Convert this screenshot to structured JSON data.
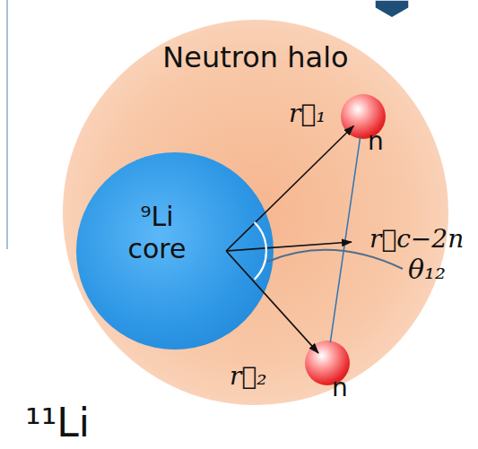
{
  "diagram": {
    "nodes": [
      {
        "text": [
          "Neutron halo"
        ]
      },
      {
        "text": [
          "⁹Li core"
        ],
        "in": 0
      },
      {
        "text": [
          "n"
        ],
        "in": 0
      },
      {
        "text": [
          "n"
        ],
        "in": 0
      }
    ],
    "edges": [
      {
        "from": 1,
        "to": 2,
        "arrow": "to",
        "label": "r⃗₁"
      },
      {
        "from": 1,
        "to": 3,
        "arrow": "to",
        "label": "r⃗₂"
      },
      {
        "from": 2,
        "to": 3,
        "arrow": "none"
      }
    ],
    "labels": [
      "r⃗c−2n",
      "θ₁₂",
      "¹¹Li"
    ]
  }
}
